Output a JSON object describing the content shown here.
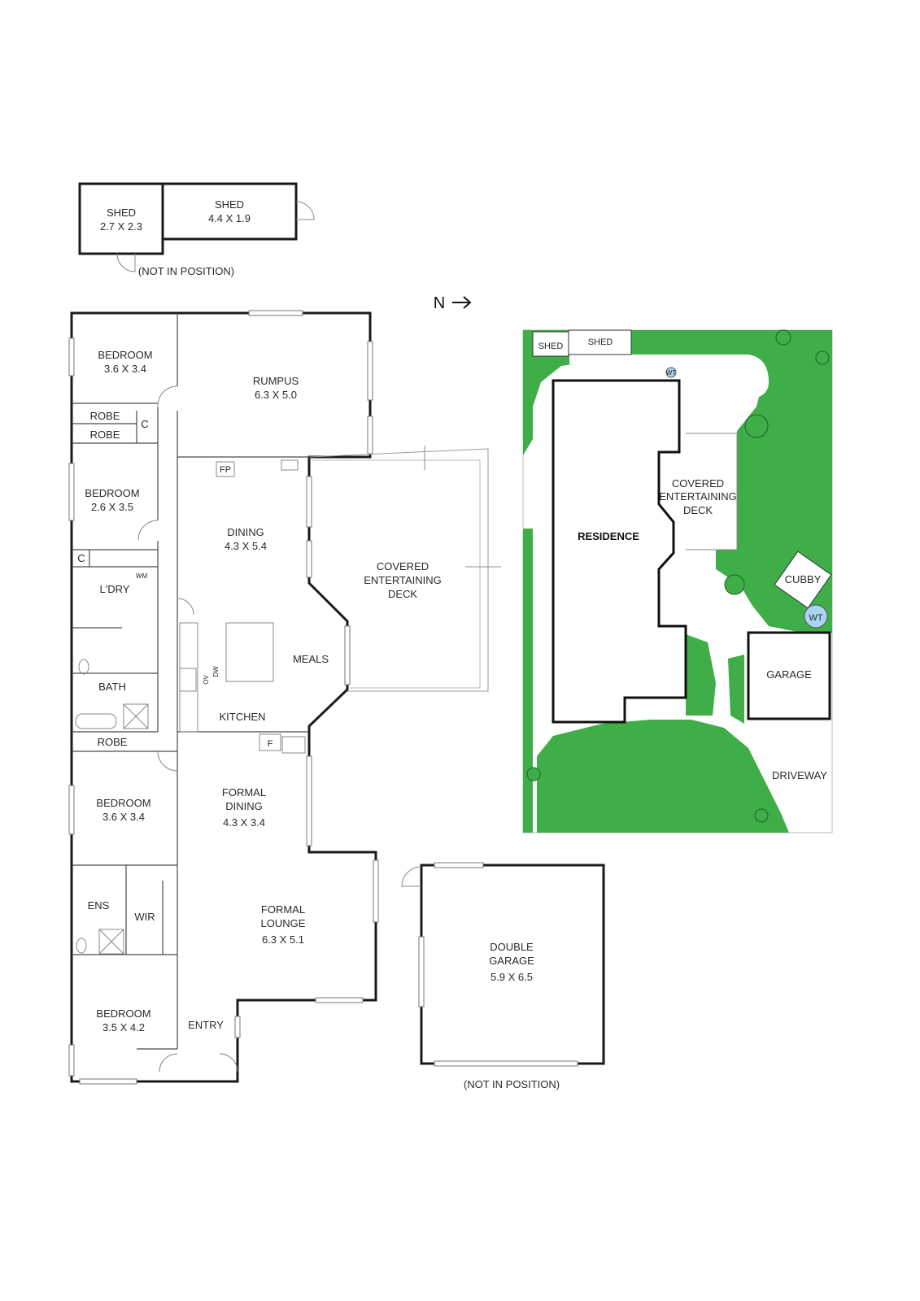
{
  "compass": {
    "label": "N"
  },
  "sheds": {
    "shed_a": {
      "name": "SHED",
      "dims": "2.7 X 2.3"
    },
    "shed_b": {
      "name": "SHED",
      "dims": "4.4 X 1.9"
    },
    "note": "(NOT IN POSITION)"
  },
  "rooms": {
    "bedroom1": {
      "name": "BEDROOM",
      "dims": "3.6 X 3.4"
    },
    "robe1": "ROBE",
    "robe2": "ROBE",
    "c1": "C",
    "bedroom2": {
      "name": "BEDROOM",
      "dims": "2.6 X 3.5"
    },
    "c2": "C",
    "wm": "WM",
    "laundry": "L'DRY",
    "bath": "BATH",
    "robe3": "ROBE",
    "bedroom3": {
      "name": "BEDROOM",
      "dims": "3.6 X 3.4"
    },
    "ens": "ENS",
    "wir": "WIR",
    "bedroom4": {
      "name": "BEDROOM",
      "dims": "3.5 X 4.2"
    },
    "rumpus": {
      "name": "RUMPUS",
      "dims": "6.3 X 5.0"
    },
    "fp": "FP",
    "dining": {
      "name": "DINING",
      "dims": "4.3 X 5.4"
    },
    "ov": "OV",
    "dw": "DW",
    "meals": "MEALS",
    "kitchen": "KITCHEN",
    "f": "F",
    "deck": {
      "line1": "COVERED",
      "line2": "ENTERTAINING",
      "line3": "DECK"
    },
    "formal_dining": {
      "line1": "FORMAL",
      "line2": "DINING",
      "dims": "4.3 X 3.4"
    },
    "formal_lounge": {
      "line1": "FORMAL",
      "line2": "LOUNGE",
      "dims": "6.3 X 5.1"
    },
    "entry": "ENTRY"
  },
  "garage": {
    "line1": "DOUBLE",
    "line2": "GARAGE",
    "dims": "5.9 X 6.5",
    "note": "(NOT IN POSITION)"
  },
  "site": {
    "shed1": "SHED",
    "shed2": "SHED",
    "residence": "RESIDENCE",
    "deck": {
      "line1": "COVERED",
      "line2": "ENTERTAINING",
      "line3": "DECK"
    },
    "cubby": "CUBBY",
    "wt_large": "WT",
    "wt_small": "WT",
    "garage": "GARAGE",
    "driveway": "DRIVEWAY"
  },
  "colors": {
    "lawn": "#3fae49",
    "wall": "#1a1a1a",
    "paving": "#ffffff"
  }
}
